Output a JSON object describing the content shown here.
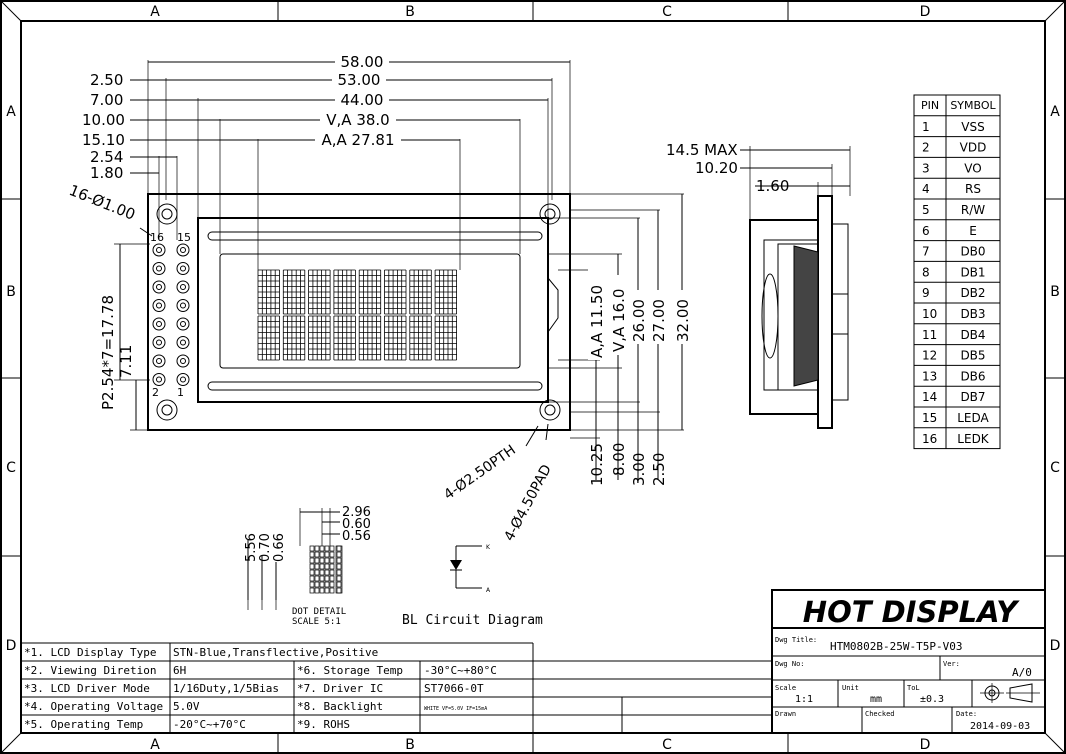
{
  "zones": {
    "columns": [
      "A",
      "B",
      "C",
      "D"
    ],
    "rows": [
      "A",
      "B",
      "C",
      "D"
    ]
  },
  "dimensions": {
    "widths": [
      "58.00",
      "53.00",
      "44.00",
      "V,A 38.0",
      "A,A 27.81"
    ],
    "left_offsets": [
      "2.50",
      "7.00",
      "10.00",
      "15.10",
      "2.54",
      "1.80"
    ],
    "hole": "16-Ø1.00",
    "pin_16": "16",
    "pin_15": "15",
    "pin_2": "2",
    "pin_1": "1",
    "pitch": "P2.54*7=17.78",
    "pin_row_offset": "7.11",
    "heights_right": [
      "A,A 11.50",
      "V,A 16.0",
      "26.00",
      "27.00",
      "32.00"
    ],
    "heights_bottom": [
      "10.25",
      "8.00",
      "3.00",
      "2.50"
    ],
    "pth": "4-Ø2.50PTH",
    "pad": "4-Ø4.50PAD",
    "side_max": "14.5 MAX",
    "side_1020": "10.20",
    "side_160": "1.60",
    "dot_left": [
      "5.56",
      "0.70",
      "0.66"
    ],
    "dot_right": [
      "2.96",
      "0.60",
      "0.56"
    ],
    "dot_detail_1": "DOT DETAIL",
    "dot_detail_2": "SCALE 5:1",
    "bl_caption": "BL Circuit Diagram",
    "bl_k": "K",
    "bl_a": "A"
  },
  "pin_table": {
    "headers": [
      "PIN",
      "SYMBOL"
    ],
    "rows": [
      [
        "1",
        "VSS"
      ],
      [
        "2",
        "VDD"
      ],
      [
        "3",
        "VO"
      ],
      [
        "4",
        "RS"
      ],
      [
        "5",
        "R/W"
      ],
      [
        "6",
        "E"
      ],
      [
        "7",
        "DB0"
      ],
      [
        "8",
        "DB1"
      ],
      [
        "9",
        "DB2"
      ],
      [
        "10",
        "DB3"
      ],
      [
        "11",
        "DB4"
      ],
      [
        "12",
        "DB5"
      ],
      [
        "13",
        "DB6"
      ],
      [
        "14",
        "DB7"
      ],
      [
        "15",
        "LEDA"
      ],
      [
        "16",
        "LEDK"
      ]
    ]
  },
  "specs": [
    {
      "left_label": "*1. LCD Display Type",
      "left_value": "STN-Blue,Transflective,Positive",
      "right_label": "",
      "right_value": ""
    },
    {
      "left_label": "*2. Viewing Diretion",
      "left_value": "6H",
      "right_label": "*6. Storage Temp",
      "right_value": "-30°C~+80°C"
    },
    {
      "left_label": "*3. LCD Driver Mode",
      "left_value": "1/16Duty,1/5Bias",
      "right_label": "*7. Driver IC",
      "right_value": "ST7066-0T"
    },
    {
      "left_label": "*4. Operating Voltage",
      "left_value": "5.0V",
      "right_label": "*8. Backlight",
      "right_value": "WHITE VF=5.0V IF=15mA"
    },
    {
      "left_label": "*5. Operating Temp",
      "left_value": "-20°C~+70°C",
      "right_label": "*9. ROHS",
      "right_value": ""
    }
  ],
  "title_block": {
    "company": "HOT DISPLAY",
    "title_label": "Dwg Title:",
    "title_value": "HTM0802B-25W-T5P-V03",
    "no_label": "Dwg No:",
    "ver_label": "Ver:",
    "ver_value": "A/0",
    "scale_label": "Scale",
    "scale_value": "1:1",
    "unit_label": "Unit",
    "unit_value": "mm",
    "tol_label": "ToL",
    "tol_value": "±0.3",
    "drawn_label": "Drawn",
    "checked_label": "Checked",
    "date_label": "Date:",
    "date_value": "2014-09-03"
  }
}
